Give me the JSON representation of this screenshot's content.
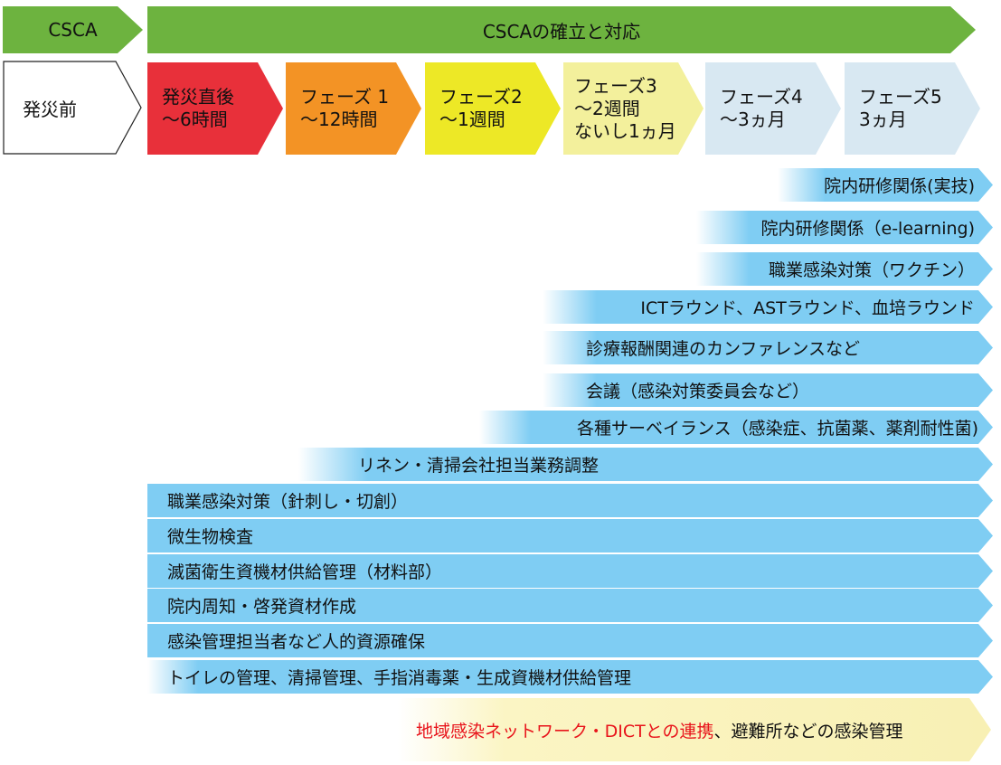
{
  "header": {
    "csca_label": "CSCA",
    "main_label": "CSCAの確立と対応",
    "color": "#6db33f"
  },
  "phases": {
    "pre": {
      "line1": "発災前"
    },
    "p0": {
      "line1": "発災直後",
      "line2": "～6時間",
      "color": "#e8303a"
    },
    "p1": {
      "line1": "フェーズ 1",
      "line2": "～12時間",
      "color": "#f39325"
    },
    "p2": {
      "line1": "フェーズ2",
      "line2": "～1週間",
      "color": "#ede826"
    },
    "p3": {
      "line1": "フェーズ3",
      "line2": "～2週間",
      "line3": "ないし1ヵ月",
      "color": "#f3f09c"
    },
    "p4": {
      "line1": "フェーズ4",
      "line2": "～3ヵ月",
      "color": "#d8e8f2"
    },
    "p5": {
      "line1": "フェーズ5",
      "line2": "3ヵ月",
      "color": "#d8e8f2"
    }
  },
  "activities": [
    {
      "label": "院内研修関係(実技)"
    },
    {
      "label": "院内研修関係（e-learning)"
    },
    {
      "label": "職業感染対策（ワクチン）"
    },
    {
      "label": "ICTラウンド、ASTラウンド、血培ラウンド"
    },
    {
      "label": "診療報酬関連のカンファレンスなど"
    },
    {
      "label": "会議（感染対策委員会など）"
    },
    {
      "label": "各種サーベイランス（感染症、抗菌薬、薬剤耐性菌)"
    },
    {
      "label": "リネン・清掃会社担当業務調整"
    },
    {
      "label": "職業感染対策（針刺し・切創）"
    },
    {
      "label": "微生物検査"
    },
    {
      "label": "滅菌衛生資機材供給管理（材料部）"
    },
    {
      "label": "院内周知・啓発資材作成"
    },
    {
      "label": "感染管理担当者など人的資源確保"
    },
    {
      "label": "トイレの管理、清掃管理、手指消毒薬・生成資機材供給管理"
    }
  ],
  "bottom": {
    "red_part": "地域感染ネットワーク・DICTとの連携",
    "black_part": "、避難所などの感染管理"
  },
  "bar_color": "#7fcdf3"
}
